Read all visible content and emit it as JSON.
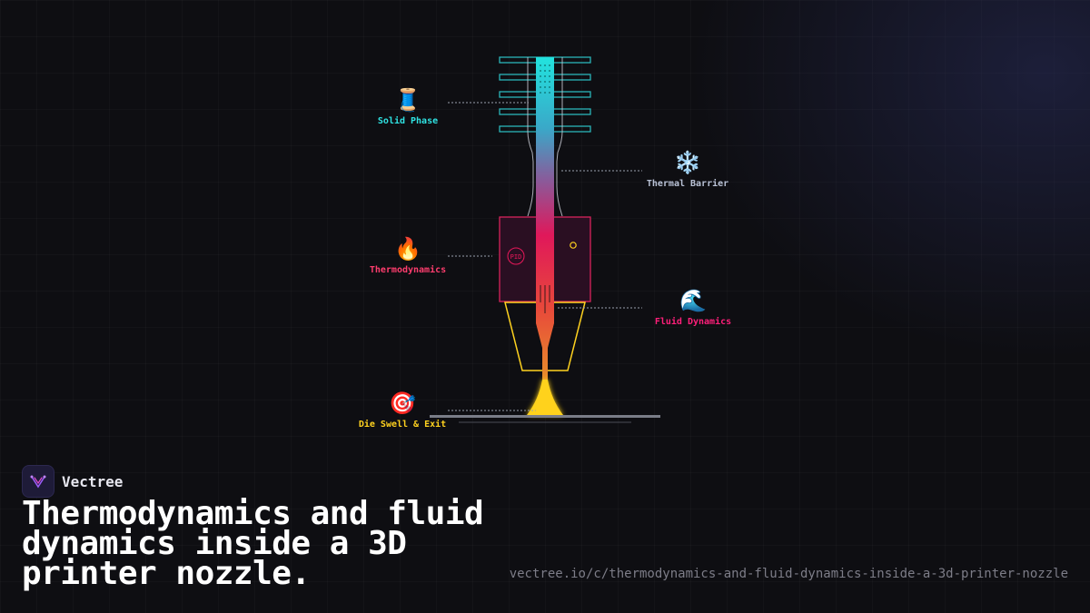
{
  "brand": {
    "name": "Vectree"
  },
  "title": "Thermodynamics and fluid dynamics inside a 3D printer nozzle.",
  "url": "vectree.io/c/thermodynamics-and-fluid-dynamics-inside-a-3d-printer-nozzle",
  "diagram": {
    "heater_label": "PID",
    "labels": {
      "solid_phase": {
        "emoji": "🧵",
        "text": "Solid Phase",
        "color": "#2fe3e3"
      },
      "thermal_barrier": {
        "emoji": "❄️",
        "text": "Thermal Barrier",
        "color": "#b9c2d6"
      },
      "thermodynamics": {
        "emoji": "🔥",
        "text": "Thermodynamics",
        "color": "#ff3d6e"
      },
      "fluid_dynamics": {
        "emoji": "🌊",
        "text": "Fluid Dynamics",
        "color": "#ff1f7a"
      },
      "die_swell": {
        "emoji": "🎯",
        "text": "Die Swell & Exit",
        "color": "#ffd21f"
      }
    }
  },
  "colors": {
    "cyan": "#2fe3e3",
    "magenta": "#e8185a",
    "orange": "#e8862a",
    "yellow": "#ffd21f",
    "background": "#0e0e12"
  }
}
